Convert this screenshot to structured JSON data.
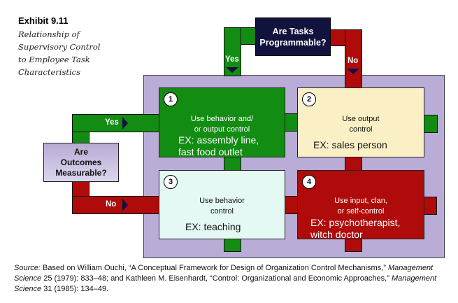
{
  "exhibit": {
    "number": "Exhibit 9.11",
    "title": "Relationship of Supervisory Control to Employee Task Characteristics"
  },
  "questions": {
    "tasks": {
      "line1": "Are Tasks",
      "line2": "Programmable?"
    },
    "outcomes": {
      "line1": "Are",
      "line2": "Outcomes",
      "line3": "Measurable?"
    }
  },
  "branches": {
    "tasks_yes": "Yes",
    "tasks_no": "No",
    "outcomes_yes": "Yes",
    "outcomes_no": "No"
  },
  "cells": [
    {
      "number": "1",
      "line1": "Use behavior and/",
      "line2": "or output control",
      "ex1": "EX: assembly line,",
      "ex2": "fast food outlet"
    },
    {
      "number": "2",
      "line1": "Use output",
      "line2": "control",
      "ex1": "EX: sales person",
      "ex2": ""
    },
    {
      "number": "3",
      "line1": "Use behavior",
      "line2": "control",
      "ex1": "EX: teaching",
      "ex2": ""
    },
    {
      "number": "4",
      "line1": "Use input, clan,",
      "line2": "or self-control",
      "ex1": "EX: psychotherapist,",
      "ex2": "witch doctor"
    }
  ],
  "colors": {
    "green": "#138c13",
    "red": "#b00b0b",
    "navy": "#12123e",
    "purple": "#b9acd6",
    "cream": "#fbefc6",
    "mint": "#e4f8f4"
  },
  "source": {
    "label": "Source:",
    "text1": " Based on William Ouchi, “A Conceptual Framework for Design of Organization Control Mechanisms,”",
    "journal1": "Management Science",
    "text2": " 25 (1979): 833–48; and Kathleen M. Eisenhardt,  “Control: Organizational and Economic Approaches,” ",
    "journal2": "Management Science",
    "text3": " 31 (1985): 134–49."
  }
}
